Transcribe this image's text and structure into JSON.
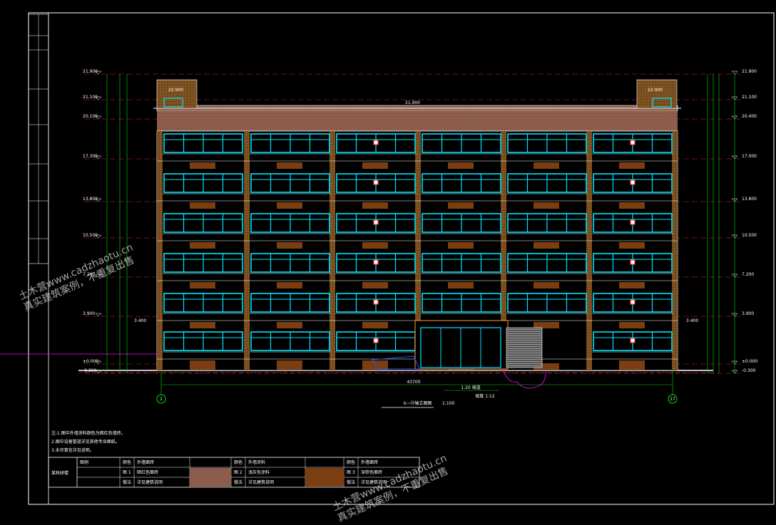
{
  "drawing": {
    "title": "①~⑰轴立面图",
    "scale": "1:100",
    "axis_left": "1",
    "axis_right": "17",
    "total_width_dim": "43700",
    "ramp_note": "1:20 坡道",
    "ramp_note2": "坡度 1:12"
  },
  "elevations_left": [
    "21.900",
    "21.100",
    "20.100",
    "17.300",
    "13.800",
    "10.500",
    "7.200",
    "3.900",
    "±0.000",
    "-0.300"
  ],
  "elevations_right": [
    "21.900",
    "21.100",
    "20.400",
    "17.000",
    "13.800",
    "10.500",
    "7.200",
    "3.900",
    "±0.000",
    "-0.300"
  ],
  "roof_labels": {
    "left_parapet": "22.900",
    "right_parapet": "22.900",
    "roof": "21.900",
    "canopy_left": "3.400",
    "canopy_right": "3.400"
  },
  "notes": [
    "注:1.图中外墙涂料颜色为暗红色墙砖。",
    "2.图中设备管道详见其他专业图纸。",
    "3.未尽事宜详见说明。"
  ],
  "title_block": {
    "project": "某科研楼",
    "rows": [
      [
        "图例",
        "颜色",
        "外墙面砖",
        "",
        "颜色",
        "外墙涂料",
        "",
        "颜色",
        "外墙面砖"
      ],
      [
        "",
        "图 1",
        "暗红色面砖",
        "",
        "图 2",
        "浅灰色涂料",
        "",
        "图 3",
        "深棕色面砖"
      ],
      [
        "",
        "做法",
        "详见建筑说明",
        "",
        "做法",
        "详见建筑说明",
        "",
        "做法",
        "详见建筑说明"
      ]
    ]
  },
  "watermarks": [
    {
      "line1": "土木营www.cadzhaotu.cn",
      "line2": "真实建筑案例，不重复出售"
    },
    {
      "line1": "土木营www.cadzhaotu.cn",
      "line2": "真实建筑案例，不重复出售"
    }
  ],
  "colors": {
    "wall": "#7a4e1e",
    "window": "#00e5ff",
    "dim": "#00e000",
    "axis": "#ff5555",
    "line": "#ffffff",
    "magenta": "#ff00ff",
    "ground": "#cc3333"
  }
}
